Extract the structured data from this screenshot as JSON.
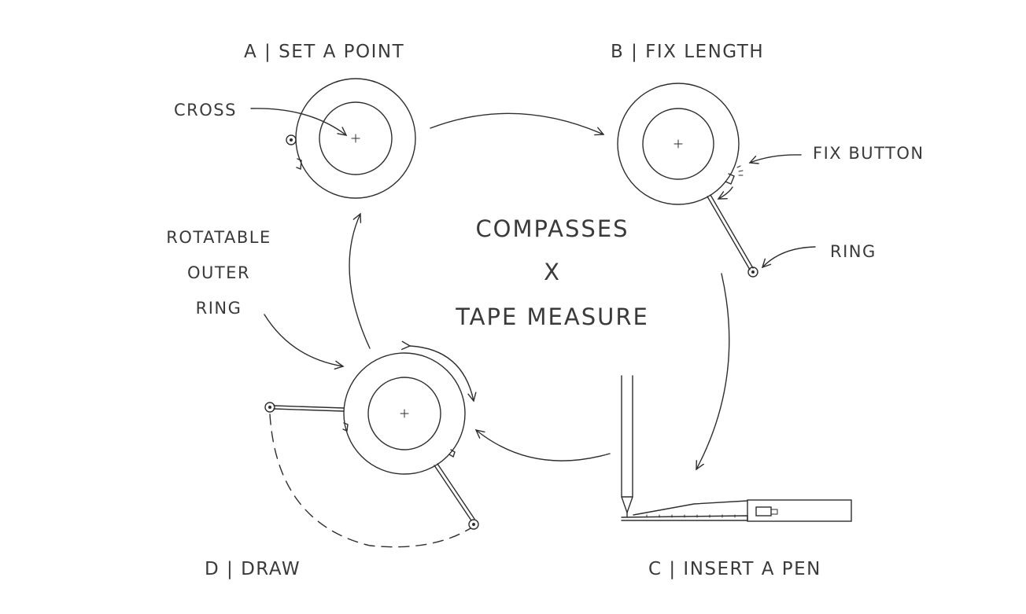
{
  "title": {
    "line1": "COMPASSES",
    "line2": "X",
    "line3": "TAPE MEASURE"
  },
  "steps": {
    "a": "A | SET A POINT",
    "b": "B | FIX LENGTH",
    "c": "C | INSERT A PEN",
    "d": "D | DRAW"
  },
  "annotations": {
    "cross": "CROSS",
    "fix_button": "FIX BUTTON",
    "ring": "RING",
    "rotatable_line1": "ROTATABLE",
    "rotatable_line2": "OUTER",
    "rotatable_line3": "RING"
  },
  "colors": {
    "ink": "#2e2e2e",
    "text": "#3a3a3a",
    "background": "#ffffff"
  }
}
